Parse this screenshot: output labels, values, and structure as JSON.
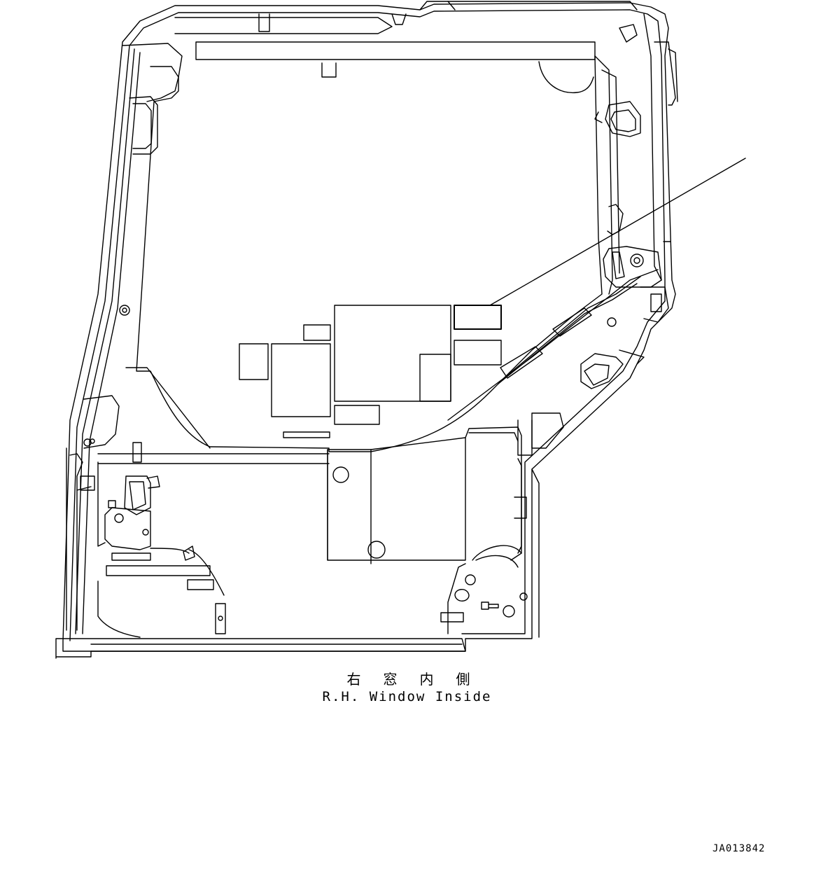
{
  "diagram": {
    "caption_jp": "右 窓 内 側",
    "caption_en": "R.H. Window Inside",
    "drawing_number": "JA013842"
  },
  "colors": {
    "line": "#000000",
    "background": "#ffffff"
  }
}
